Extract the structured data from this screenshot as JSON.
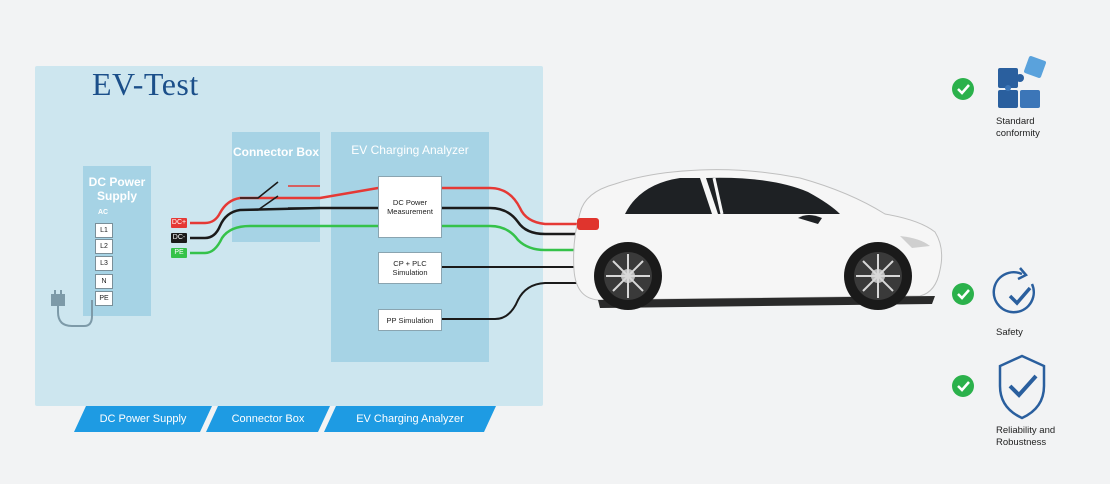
{
  "diagram": {
    "title": "EV-Test",
    "dc_power_supply": {
      "title": "DC Power Supply",
      "ac_label": "AC",
      "terminals": [
        "L1",
        "L2",
        "L3",
        "N",
        "PE"
      ]
    },
    "connector_box": {
      "title": "Connector Box"
    },
    "ev_charging_analyzer": {
      "title": "EV Charging Analyzer",
      "modules": [
        "DC Power Measurement",
        "CP + PLC Simulation",
        "PP Simulation"
      ]
    },
    "wire_tags": [
      "DC+",
      "DC-",
      "PE"
    ],
    "bottom_tabs": [
      "DC Power Supply",
      "Connector Box",
      "EV Charging Analyzer"
    ],
    "features": [
      {
        "label": "Standard conformity",
        "icon": "puzzle-icon"
      },
      {
        "label": "Safety",
        "icon": "refresh-check-icon"
      },
      {
        "label": "Reliability and Robustness",
        "icon": "shield-check-icon"
      }
    ],
    "colors": {
      "panel_light": "#cde6ef",
      "panel_box": "#a6d3e5",
      "title_blue": "#1b4f8a",
      "tab_blue": "#1e9be3",
      "wire_red": "#e53935",
      "wire_green": "#35c24a",
      "check_green": "#2bb14b",
      "icon_blue": "#2a5f9e"
    }
  }
}
